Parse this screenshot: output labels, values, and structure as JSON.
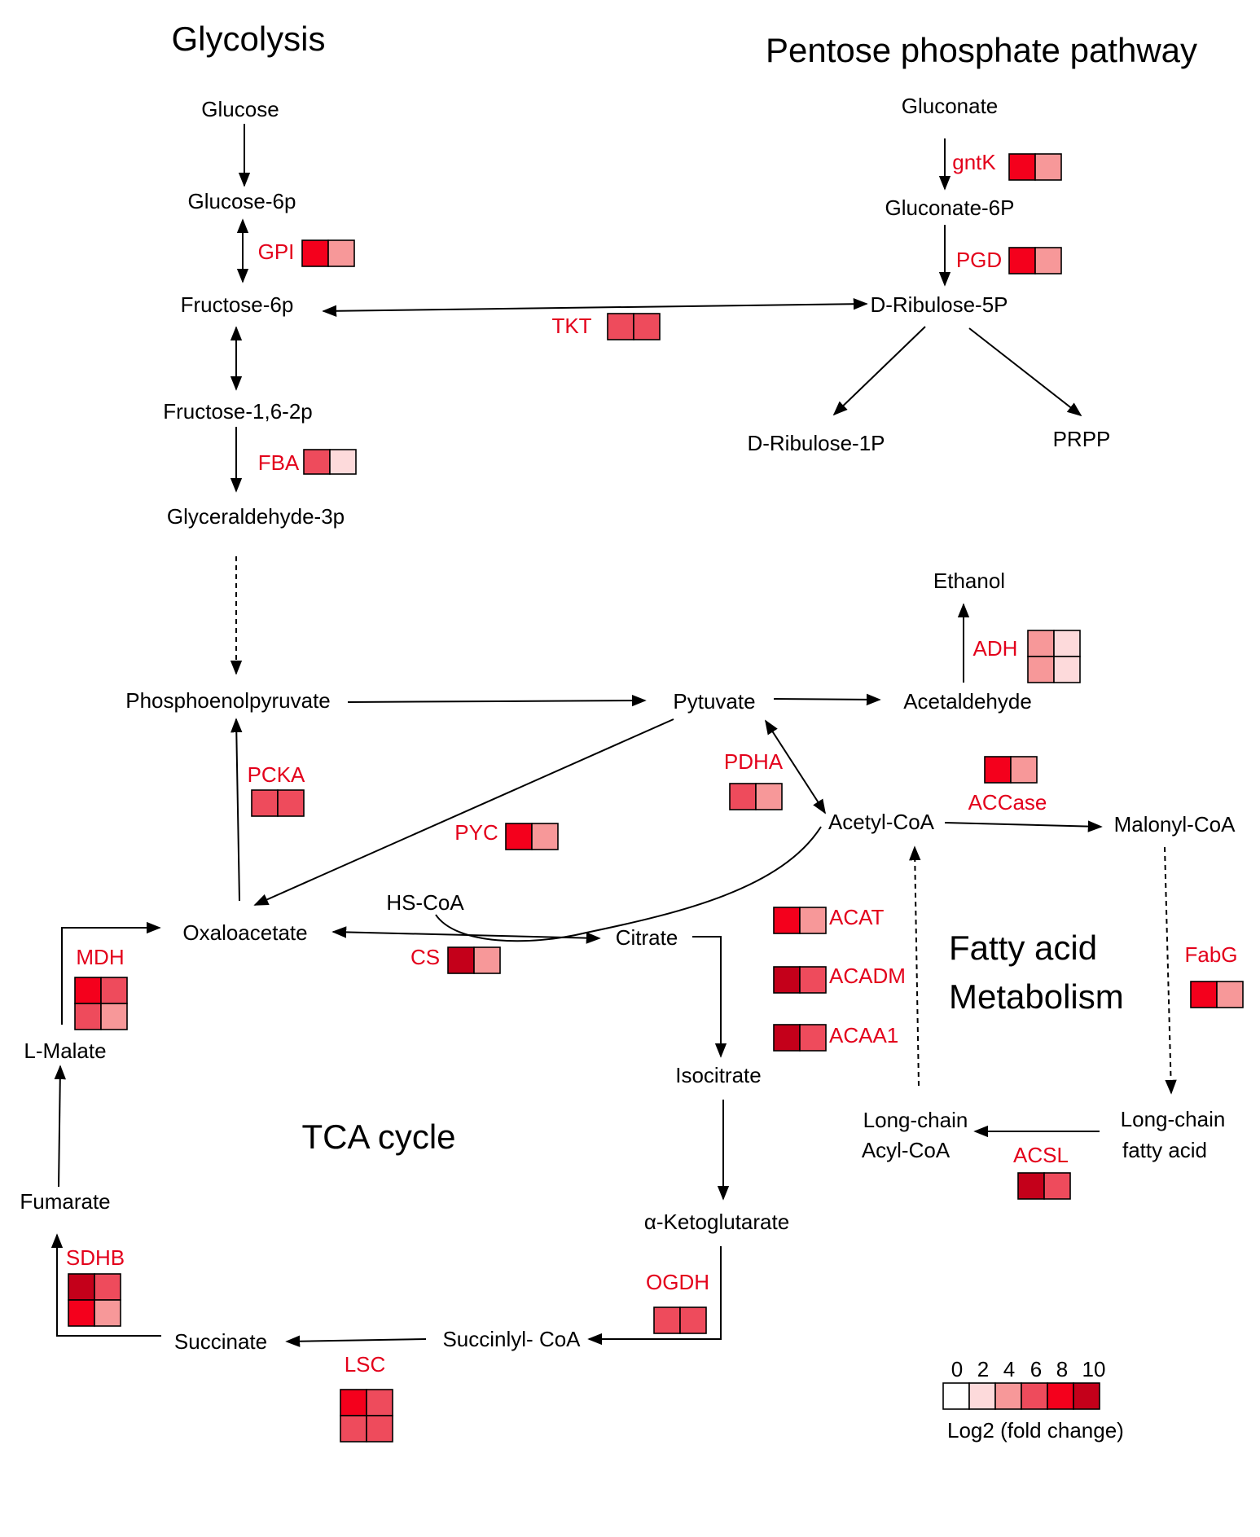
{
  "sections": {
    "glycolysis": "Glycolysis",
    "ppp": "Pentose phosphate pathway",
    "fatty1": "Fatty acid",
    "fatty2": "Metabolism",
    "tca": "TCA cycle"
  },
  "metabolites": {
    "glucose": "Glucose",
    "glucose6p": "Glucose-6p",
    "fructose6p": "Fructose-6p",
    "fructose16": "Fructose-1,6-2p",
    "glyceraldehyde": "Glyceraldehyde-3p",
    "pep": "Phosphoenolpyruvate",
    "pyruvate": "Pytuvate",
    "acetaldehyde": "Acetaldehyde",
    "ethanol": "Ethanol",
    "gluconate": "Gluconate",
    "gluconate6p": "Gluconate-6P",
    "ribulose5p": "D-Ribulose-5P",
    "ribulose1p": "D-Ribulose-1P",
    "prpp": "PRPP",
    "acetylcoa": "Acetyl-CoA",
    "malonylcoa": "Malonyl-CoA",
    "oxaloacetate": "Oxaloacetate",
    "hscoa": "HS-CoA",
    "citrate": "Citrate",
    "isocitrate": "Isocitrate",
    "akg": "α-Ketoglutarate",
    "succinylcoa": "Succinlyl- CoA",
    "succinate": "Succinate",
    "fumarate": "Fumarate",
    "lmalate": "L-Malate",
    "lcacyl1": "Long-chain",
    "lcacyl2": "Acyl-CoA",
    "lcfa1": "Long-chain",
    "lcfa2": "fatty acid"
  },
  "enzymes": {
    "gntk": "gntK",
    "gpi": "GPI",
    "pgd": "PGD",
    "tkt": "TKT",
    "fba": "FBA",
    "adh": "ADH",
    "pdha": "PDHA",
    "accase": "ACCase",
    "pcka": "PCKA",
    "pyc": "PYC",
    "acat": "ACAT",
    "acadm": "ACADM",
    "acaa1": "ACAA1",
    "fabg": "FabG",
    "mdh": "MDH",
    "cs": "CS",
    "acsl": "ACSL",
    "ogdh": "OGDH",
    "sdhb": "SDHB",
    "lsc": "LSC"
  },
  "colors": {
    "enzyme_text": "#e3001b",
    "scale": [
      "#ffffff",
      "#fddadb",
      "#f79899",
      "#ee4b5c",
      "#f4001c",
      "#c4001a"
    ]
  },
  "heat_values": {
    "gntk": [
      8,
      3
    ],
    "gpi": [
      8,
      3
    ],
    "pgd": [
      8,
      3
    ],
    "tkt": [
      6,
      6
    ],
    "fba": [
      6,
      2
    ],
    "adh": [
      3,
      2,
      3,
      2
    ],
    "pdha": [
      5,
      3
    ],
    "accase": [
      8,
      3
    ],
    "pcka": [
      6,
      6
    ],
    "pyc": [
      8,
      3
    ],
    "acat": [
      8,
      3
    ],
    "acadm": [
      10,
      6
    ],
    "acaa1": [
      10,
      6
    ],
    "fabg": [
      8,
      3
    ],
    "mdh": [
      8,
      6,
      6,
      3
    ],
    "cs": [
      10,
      3
    ],
    "acsl": [
      10,
      6
    ],
    "ogdh": [
      6,
      6
    ],
    "sdhb": [
      10,
      6,
      8,
      3
    ],
    "lsc": [
      8,
      6,
      6,
      6
    ]
  },
  "legend": {
    "ticks": [
      "0",
      "2",
      "4",
      "6",
      "8",
      "10"
    ],
    "label": "Log2 (fold change)"
  }
}
